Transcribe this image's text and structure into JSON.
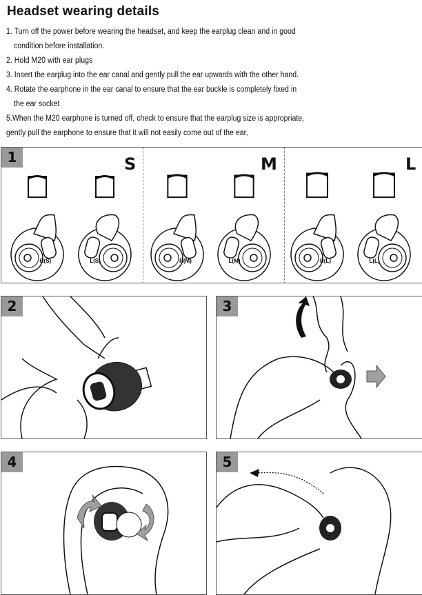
{
  "title": "Headset wearing details",
  "instructions": [
    "1. Turn off the power before wearing the headset, and keep the earplug clean and in good",
    "condition before installation.",
    "2. Hold M20 with ear plugs",
    "3. Insert the earplug into the ear canal and gently pull the ear upwards with the other hand.",
    "4. Rotate the earphone in the ear canal to ensure that the ear buckle is completely fixed in",
    "the ear socket",
    "5.When the M20 earphone is turned off, check to ensure that the earplug size is appropriate,",
    "gently pull the earphone to ensure that it will not easily come out of the ear,"
  ],
  "steps": {
    "step1": {
      "number": "1",
      "sizes": [
        "S",
        "M",
        "L"
      ],
      "labels": [
        "R(S)",
        "L(S)",
        "R(M)",
        "L(M)",
        "R(L)",
        "L(L)"
      ]
    },
    "step2": {
      "number": "2"
    },
    "step3": {
      "number": "3"
    },
    "step4": {
      "number": "4"
    },
    "step5": {
      "number": "5"
    }
  },
  "colors": {
    "badge": "#9a9a9a",
    "arrow": "#a0a0a0"
  }
}
